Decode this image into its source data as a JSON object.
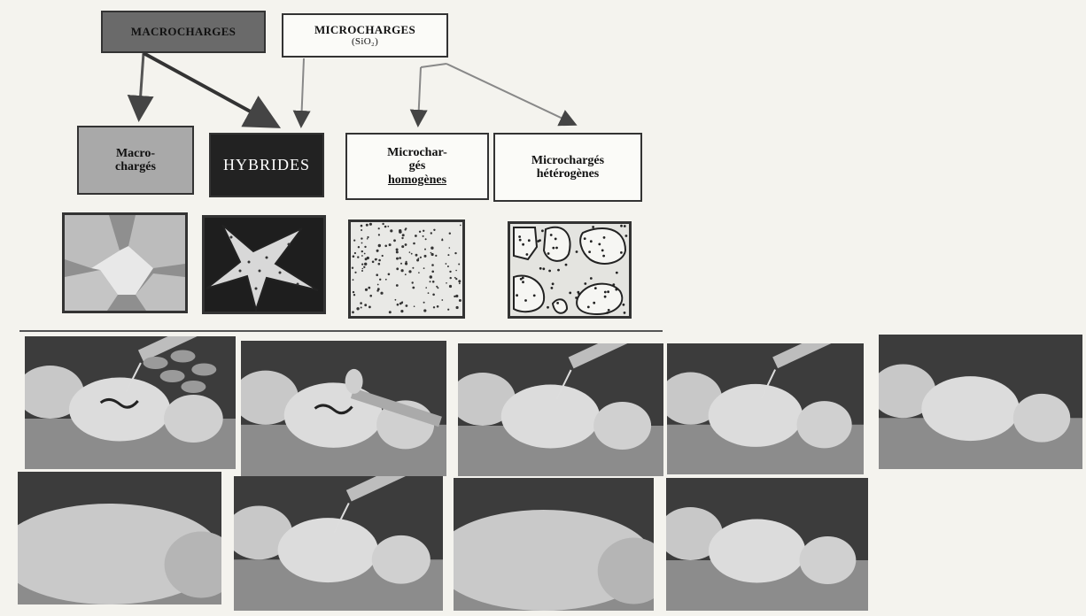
{
  "categories": {
    "macro": "MACROCHARGES",
    "micro_line1": "MICROCHARGES",
    "micro_line2": "(SiO₂)"
  },
  "types": {
    "macro_line1": "Macro-",
    "macro_line2": "chargés",
    "hybrid": "HYBRIDES",
    "homo_line1": "Microchar-",
    "homo_line2": "gés",
    "homo_line3": "homogènes",
    "hetero_line1": "Microchargés",
    "hetero_line2": "hétérogènes"
  },
  "colors": {
    "dark": "#222222",
    "mid_gray": "#6a6a6a",
    "light_gray": "#a9a9a9",
    "paper": "#f4f3ee"
  }
}
